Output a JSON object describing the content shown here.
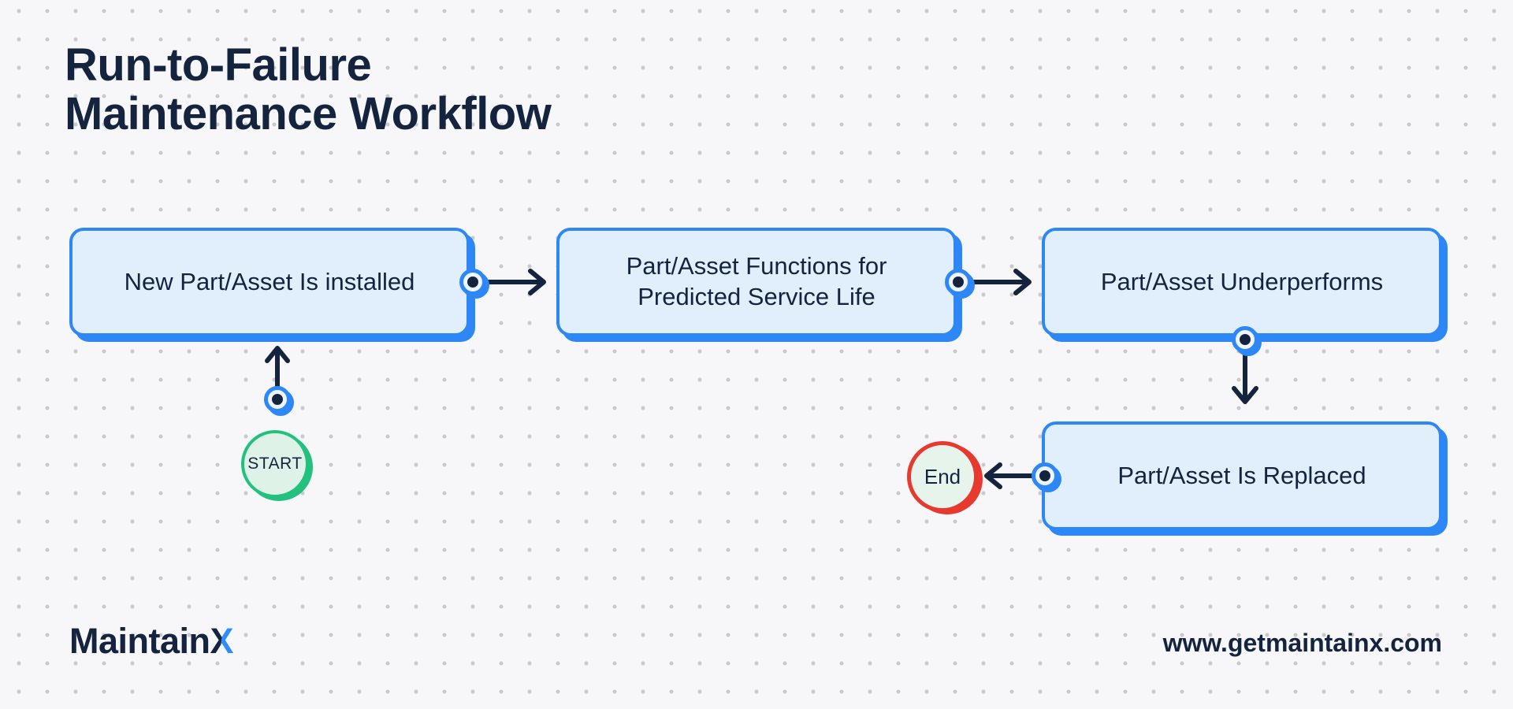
{
  "palette": {
    "background": "#f7f7f9",
    "dot": "#c8c9cc",
    "navy": "#14243e",
    "box_fill": "#e1eefc",
    "box_border": "#2e87f6",
    "node_fill": "#eef5fd",
    "start_fill": "#def2e7",
    "start_border": "#22c17e",
    "end_fill": "#e7f4ec",
    "end_border": "#e8392f",
    "logo_blue": "#2e8cfb"
  },
  "title": {
    "line1": "Run-to-Failure",
    "line2": "Maintenance Workflow"
  },
  "diagram": {
    "boxes": [
      {
        "id": "box1",
        "label": "New Part/Asset Is installed"
      },
      {
        "id": "box2",
        "label": "Part/Asset Functions for Predicted Service Life"
      },
      {
        "id": "box3",
        "label": "Part/Asset Underperforms"
      },
      {
        "id": "box4",
        "label": "Part/Asset Is Replaced"
      }
    ],
    "start": {
      "label": "START"
    },
    "end": {
      "label": "End"
    },
    "edges": [
      {
        "from": "start",
        "to": "box1",
        "direction": "up"
      },
      {
        "from": "box1",
        "to": "box2",
        "direction": "right"
      },
      {
        "from": "box2",
        "to": "box3",
        "direction": "right"
      },
      {
        "from": "box3",
        "to": "box4",
        "direction": "down"
      },
      {
        "from": "box4",
        "to": "end",
        "direction": "left"
      }
    ]
  },
  "footer": {
    "logo_text_dark": "Maintain",
    "logo_text_x": "X",
    "website": "www.getmaintainx.com"
  }
}
